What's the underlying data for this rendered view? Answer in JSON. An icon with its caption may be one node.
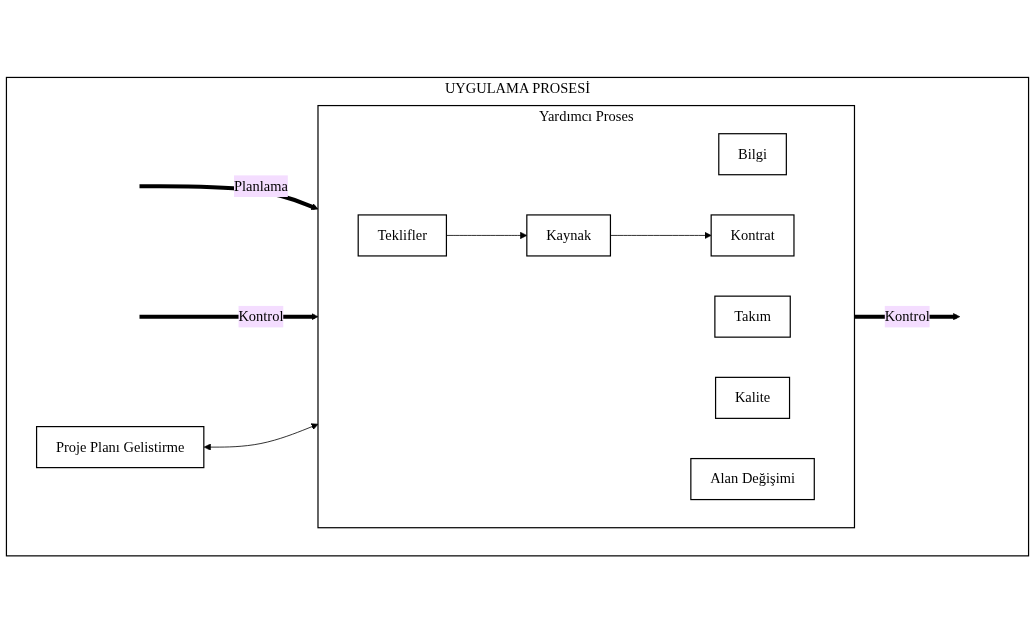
{
  "diagram": {
    "nodes": [
      {
        "text": [
          "UYGULAMA PROSESİ"
        ]
      },
      {
        "text": [
          "Proje Planı Gelistirme"
        ],
        "in": 0
      },
      {
        "text": [
          "Yardımcı Proses"
        ],
        "in": 0
      },
      {
        "text": [
          "Bilgi"
        ],
        "in": 2
      },
      {
        "text": [
          "Takım"
        ],
        "in": 2
      },
      {
        "text": [
          "Kalite"
        ],
        "in": 2
      },
      {
        "text": [
          "Teklifler"
        ],
        "in": 2
      },
      {
        "text": [
          "Kaynak"
        ],
        "in": 2
      },
      {
        "text": [
          "Alan Değişimi"
        ],
        "in": 2
      },
      {
        "text": [
          "Kontrat"
        ],
        "in": 2
      }
    ],
    "edges": [
      {
        "from": null,
        "to": 2,
        "arrow": "to",
        "label": "Planlama",
        "style": "thick"
      },
      {
        "from": null,
        "to": 2,
        "arrow": "to",
        "label": "Kontrol",
        "style": "thick"
      },
      {
        "from": 2,
        "to": null,
        "arrow": "to",
        "label": "Kontrol",
        "style": "thick"
      },
      {
        "from": 1,
        "to": 2,
        "arrow": "both"
      },
      {
        "from": 6,
        "to": 7,
        "arrow": "to"
      },
      {
        "from": 7,
        "to": 9,
        "arrow": "to"
      }
    ]
  }
}
